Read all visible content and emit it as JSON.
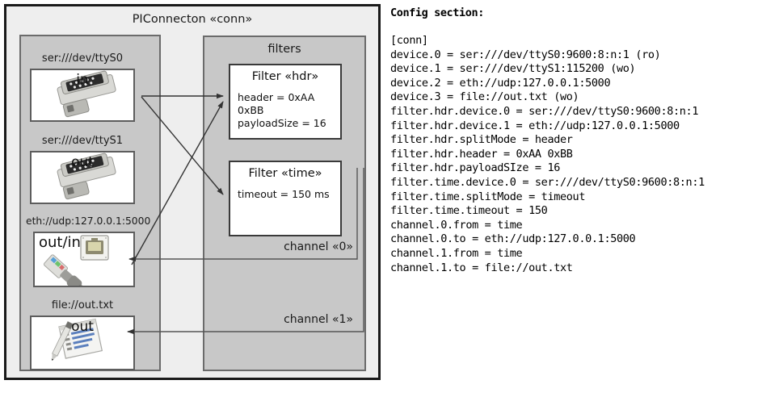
{
  "diagram": {
    "title": "PIConnecton «conn»",
    "devices_group": {
      "name": "devices-group"
    },
    "filters_group": {
      "title": "filters"
    },
    "devices": [
      {
        "caption": "ser:///dev/ttyS0",
        "direction": "in",
        "icon": "serial-port-icon"
      },
      {
        "caption": "ser:///dev/ttyS1",
        "direction": "out",
        "icon": "serial-port-icon"
      },
      {
        "caption": "eth://udp:127.0.0.1:5000",
        "direction": "out/in",
        "icon": "ethernet-jack-icon"
      },
      {
        "caption": "file://out.txt",
        "direction": "out",
        "icon": "text-document-icon"
      }
    ],
    "filters": [
      {
        "title": "Filter «hdr»",
        "attributes": [
          "header = 0xAA 0xBB",
          "payloadSize = 16"
        ]
      },
      {
        "title": "Filter «time»",
        "attributes": [
          "timeout = 150 ms"
        ]
      }
    ],
    "channels": [
      {
        "label": "channel «0»"
      },
      {
        "label": "channel «1»"
      }
    ],
    "colors": {
      "outer_background": "#eeeeee",
      "outer_border": "#1a1a1a",
      "panel_background": "#c8c8c8",
      "panel_border": "#6b6b6b",
      "node_background": "#ffffff",
      "node_border": "#5d5d5d",
      "connector": "#333333"
    }
  },
  "config": {
    "heading": "Config section:",
    "lines": [
      "[conn]",
      "device.0 = ser:///dev/ttyS0:9600:8:n:1 (ro)",
      "device.1 = ser:///dev/ttyS1:115200 (wo)",
      "device.2 = eth://udp:127.0.0.1:5000",
      "device.3 = file://out.txt (wo)",
      "filter.hdr.device.0 = ser:///dev/ttyS0:9600:8:n:1",
      "filter.hdr.device.1 = eth://udp:127.0.0.1:5000",
      "filter.hdr.splitMode = header",
      "filter.hdr.header = 0xAA 0xBB",
      "filter.hdr.payloadSIze = 16",
      "filter.time.device.0 = ser:///dev/ttyS0:9600:8:n:1",
      "filter.time.splitMode = timeout",
      "filter.time.timeout = 150",
      "channel.0.from = time",
      "channel.0.to = eth://udp:127.0.0.1:5000",
      "channel.1.from = time",
      "channel.1.to = file://out.txt"
    ],
    "text": "[conn]\ndevice.0 = ser:///dev/ttyS0:9600:8:n:1 (ro)\ndevice.1 = ser:///dev/ttyS1:115200 (wo)\ndevice.2 = eth://udp:127.0.0.1:5000\ndevice.3 = file://out.txt (wo)\nfilter.hdr.device.0 = ser:///dev/ttyS0:9600:8:n:1\nfilter.hdr.device.1 = eth://udp:127.0.0.1:5000\nfilter.hdr.splitMode = header\nfilter.hdr.header = 0xAA 0xBB\nfilter.hdr.payloadSIze = 16\nfilter.time.device.0 = ser:///dev/ttyS0:9600:8:n:1\nfilter.time.splitMode = timeout\nfilter.time.timeout = 150\nchannel.0.from = time\nchannel.0.to = eth://udp:127.0.0.1:5000\nchannel.1.from = time\nchannel.1.to = file://out.txt"
  }
}
